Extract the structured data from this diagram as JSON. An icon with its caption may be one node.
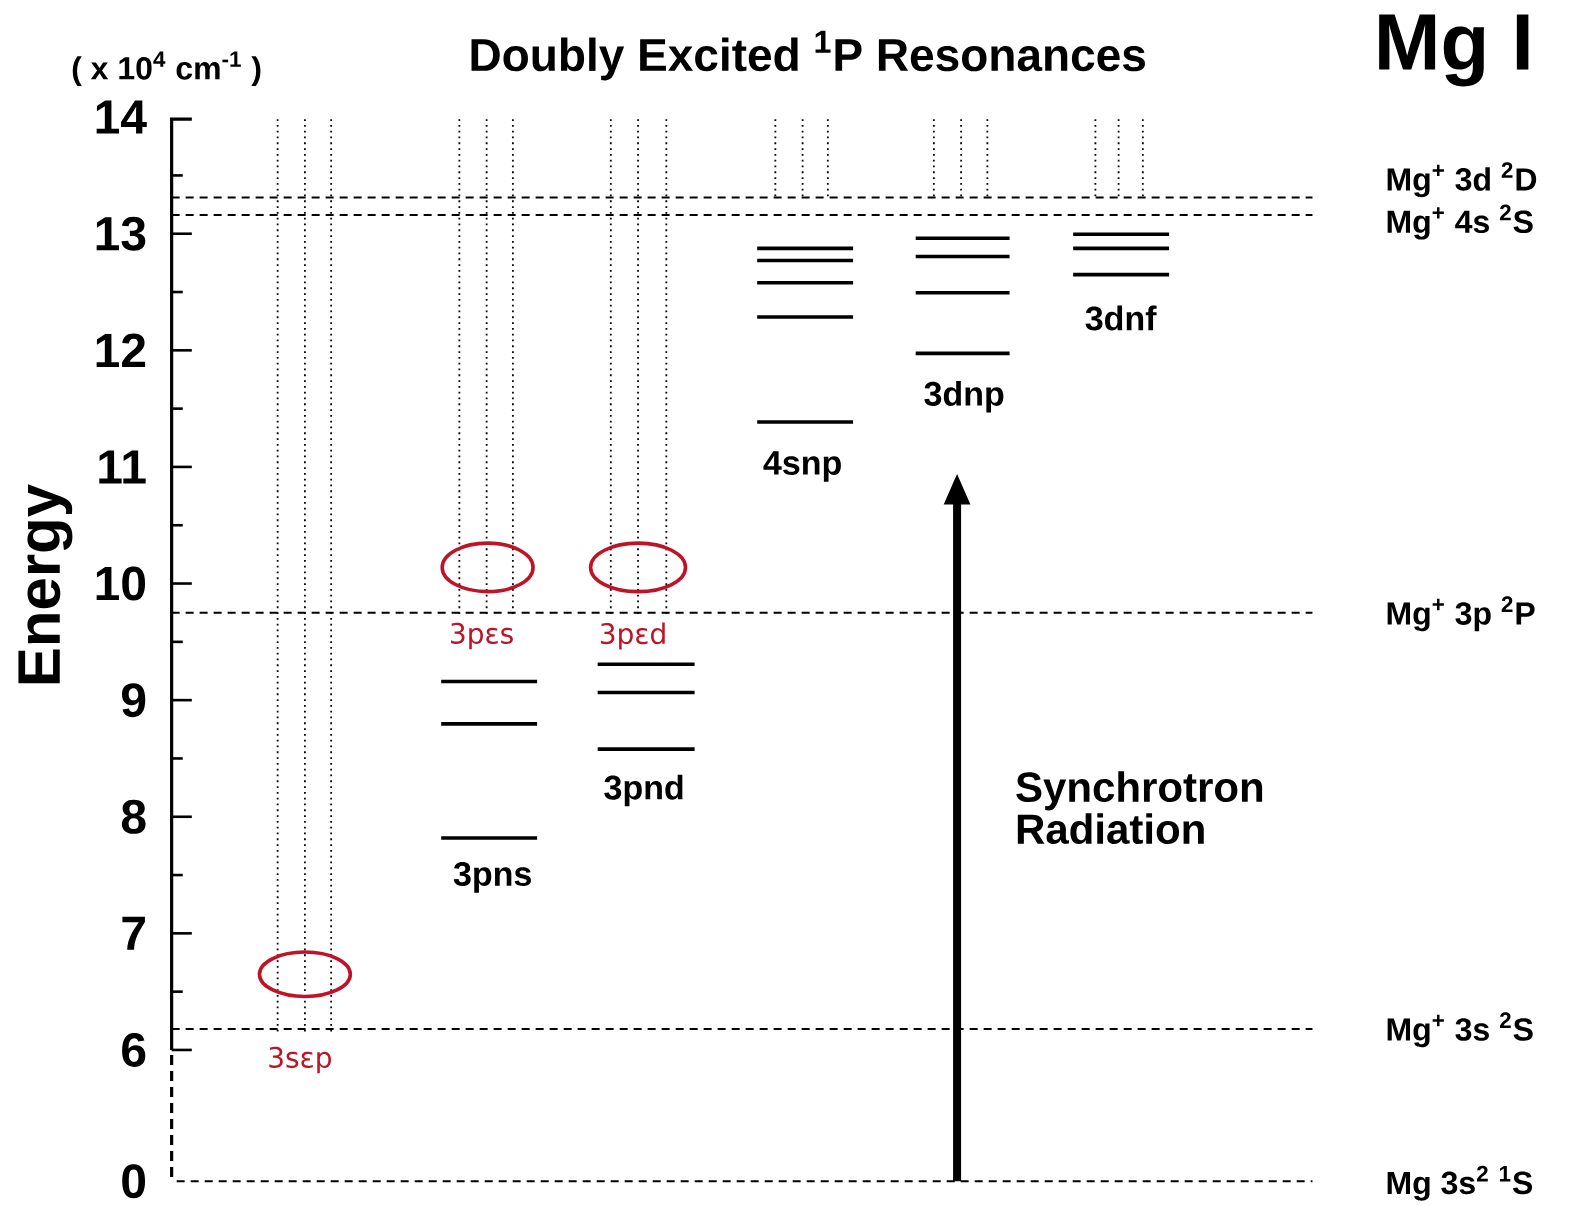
{
  "diagram": {
    "title": "Doubly Excited $^{1}$P Resonances",
    "nodes": [
      {
        "text": [
          "3sεp"
        ]
      },
      {
        "text": [
          "3pεs"
        ]
      },
      {
        "text": [
          "3pεd"
        ]
      }
    ],
    "labels": [
      "( x 10$^{4}$ cm$^{-1}$ )",
      "Mg I",
      "14",
      "13",
      "12",
      "11",
      "10",
      "9",
      "8",
      "7",
      "6",
      "0",
      "Energy",
      "Mg$^{+}$ 3d $^{2}$D",
      "Mg$^{+}$ 4s $^{2}$S",
      "3dnf",
      "3dnp",
      "4snp",
      "Mg$^{+}$ 3p $^{2}$P",
      "3pnd",
      "3pns",
      "Synchrotron Radiation",
      "Mg$^{+}$ 3s $^{2}$S",
      "Mg 3s$^{2}$ $^{1}$S"
    ]
  }
}
